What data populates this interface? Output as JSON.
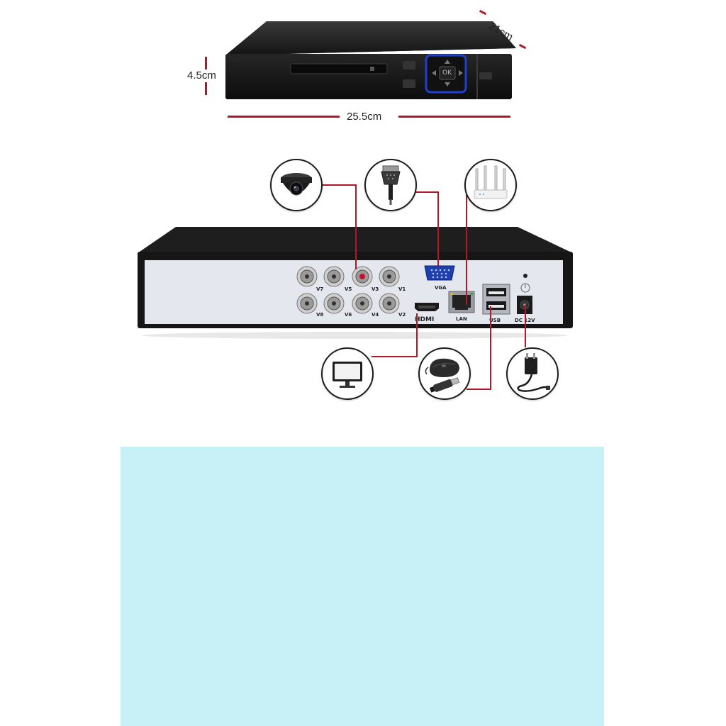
{
  "dimensions": {
    "height": "4.5cm",
    "depth": "21cm",
    "width": "25.5cm"
  },
  "front_panel": {
    "ok_label": "OK"
  },
  "rear_panel": {
    "bnc_labels": [
      "V7",
      "V5",
      "V3",
      "V1",
      "V8",
      "V6",
      "V4",
      "V2"
    ],
    "vga_label": "VGA",
    "hdmi_label": "HDMI",
    "lan_label": "LAN",
    "usb_label": "USB",
    "dc_label": "DC 12V"
  },
  "callouts": {
    "top": [
      "camera-icon",
      "vga-cable-icon",
      "router-icon"
    ],
    "bottom": [
      "monitor-icon",
      "mouse-usb-icon",
      "power-adapter-icon"
    ]
  },
  "colors": {
    "accent_red": "#b0182a",
    "panel_silver": "#e4e7ee",
    "device_black": "#1a1a1a",
    "ok_button_blue": "#1f3fd0",
    "blue_area": "#c8f0f7"
  }
}
